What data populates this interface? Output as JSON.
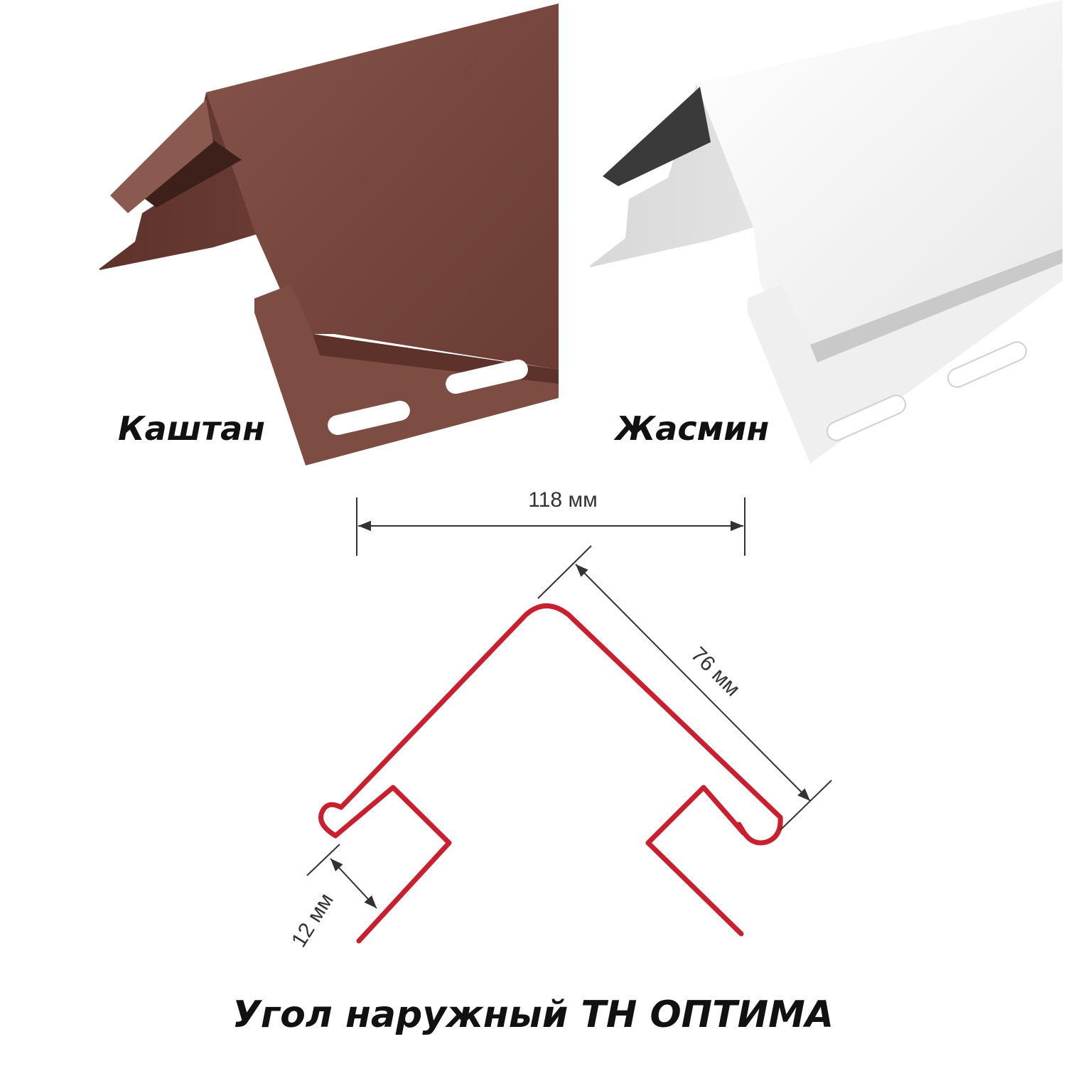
{
  "products": [
    {
      "label": "Каштан",
      "color": "#7a4a40"
    },
    {
      "label": "Жасмин",
      "color": "#f4f4f4"
    }
  ],
  "dimensions": {
    "width": "118 мм",
    "flange": "76 мм",
    "channel": "12 мм"
  },
  "profile_color": "#c8202e",
  "title": "Угол наружный ТН ОПТИМА"
}
